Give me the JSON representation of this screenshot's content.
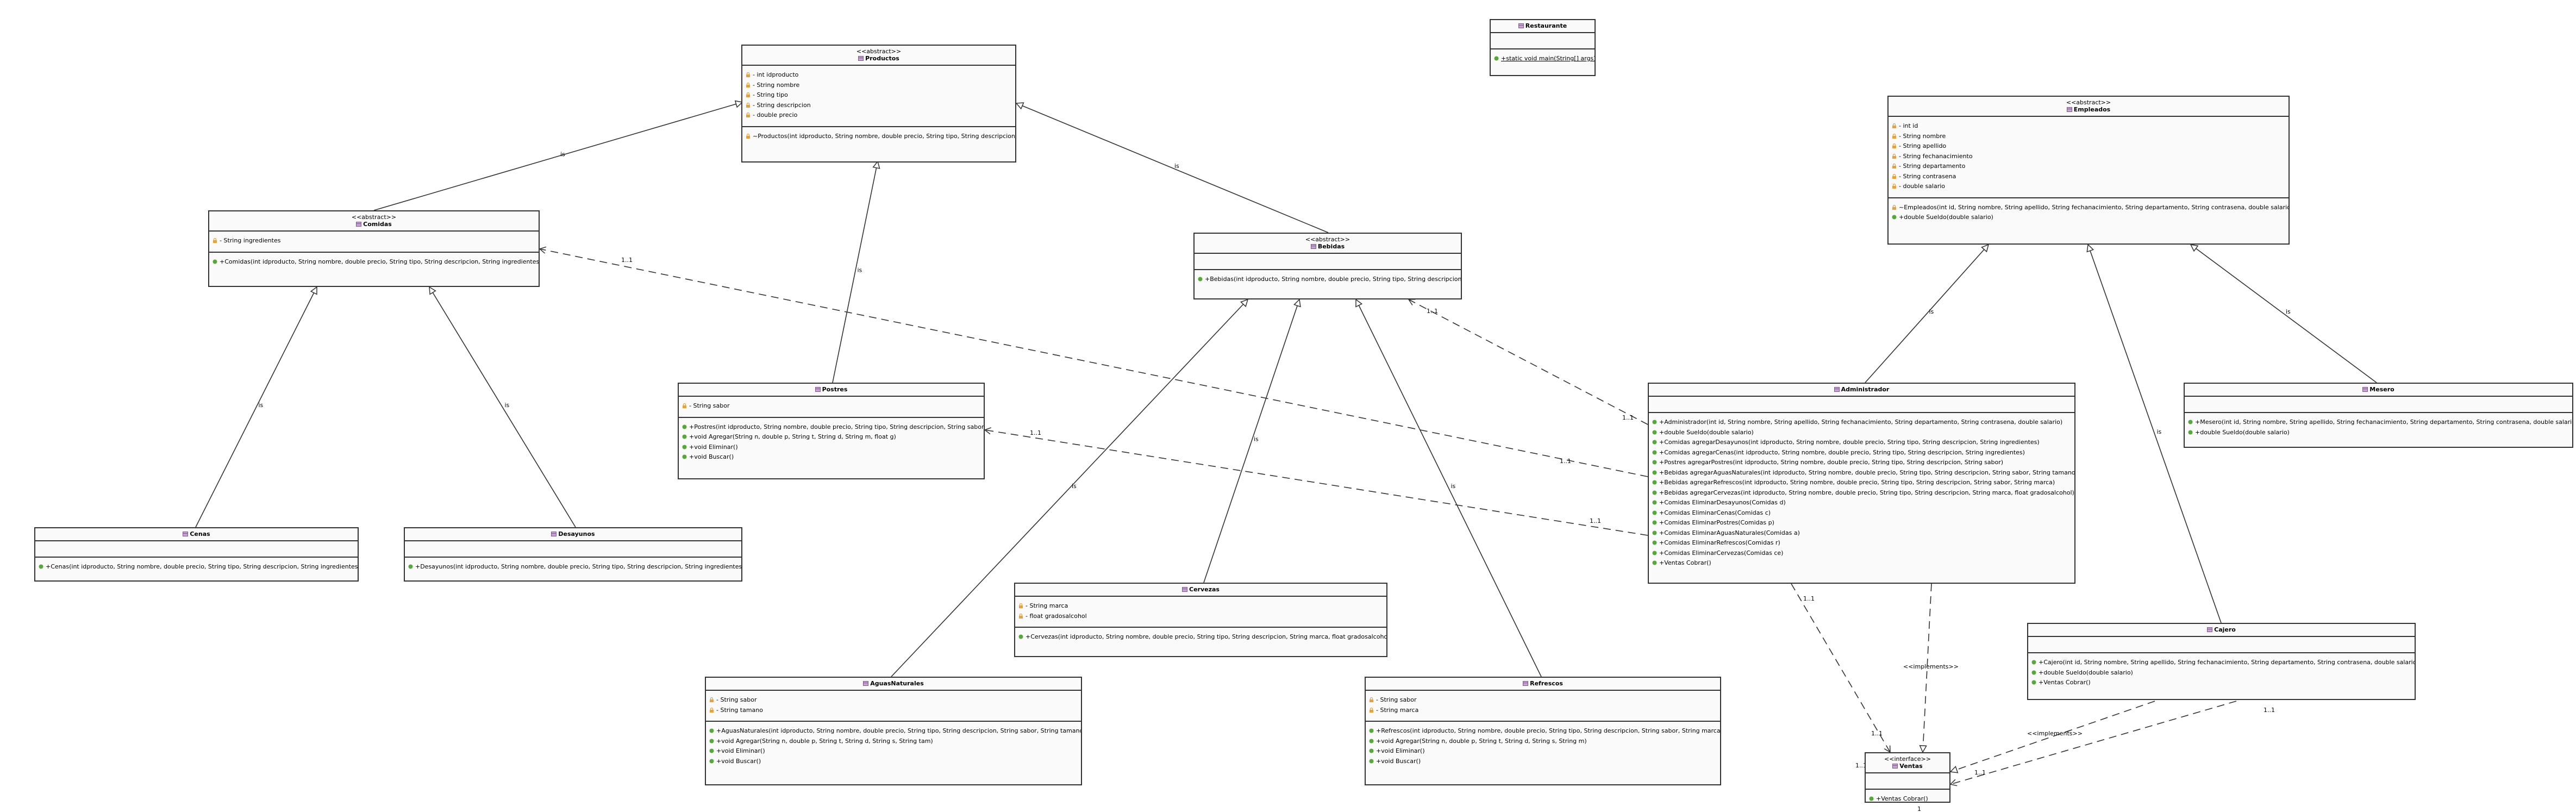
{
  "diagram": {
    "classes": [
      {
        "key": "productos",
        "stereotype": "<<abstract>>",
        "name": "Productos",
        "attributes": [
          "- int idproducto",
          "- String nombre",
          "- String tipo",
          "- String descripcion",
          "- double precio"
        ],
        "operations": [
          "~Productos(int idproducto, String nombre, double precio, String tipo, String descripcion)"
        ]
      },
      {
        "key": "restaurante",
        "stereotype": "",
        "name": "Restaurante",
        "attributes": [],
        "operations": [
          "+static void main(String[] args)"
        ]
      },
      {
        "key": "empleados",
        "stereotype": "<<abstract>>",
        "name": "Empleados",
        "attributes": [
          "- int id",
          "- String nombre",
          "- String apellido",
          "- String fechanacimiento",
          "- String departamento",
          "- String contrasena",
          "- double salario"
        ],
        "operations": [
          "~Empleados(int id, String nombre, String apellido, String fechanacimiento, String departamento, String contrasena, double salario)",
          "+double Sueldo(double salario)"
        ]
      },
      {
        "key": "comidas",
        "stereotype": "<<abstract>>",
        "name": "Comidas",
        "attributes": [
          "- String ingredientes"
        ],
        "operations": [
          "+Comidas(int idproducto, String nombre, double precio, String tipo, String descripcion, String ingredientes)"
        ]
      },
      {
        "key": "bebidas",
        "stereotype": "<<abstract>>",
        "name": "Bebidas",
        "attributes": [],
        "operations": [
          "+Bebidas(int idproducto, String nombre, double precio, String tipo, String descripcion)"
        ]
      },
      {
        "key": "postres",
        "stereotype": "",
        "name": "Postres",
        "attributes": [
          "- String sabor"
        ],
        "operations": [
          "+Postres(int idproducto, String nombre, double precio, String tipo, String descripcion, String sabor)",
          "+void Agregar(String n, double p, String t, String d, String m, float g)",
          "+void Eliminar()",
          "+void Buscar()"
        ]
      },
      {
        "key": "administrador",
        "stereotype": "",
        "name": "Administrador",
        "attributes": [],
        "operations": [
          "+Administrador(int id, String nombre, String apellido, String fechanacimiento, String departamento, String contrasena, double salario)",
          "+double Sueldo(double salario)",
          "+Comidas agregarDesayunos(int idproducto, String nombre, double precio, String tipo, String descripcion, String ingredientes)",
          "+Comidas agregarCenas(int idproducto, String nombre, double precio, String tipo, String descripcion, String ingredientes)",
          "+Postres agregarPostres(int idproducto, String nombre, double precio, String tipo, String descripcion, String sabor)",
          "+Bebidas agregarAguasNaturales(int idproducto, String nombre, double precio, String tipo, String descripcion, String sabor, String tamano)",
          "+Bebidas agregarRefrescos(int idproducto, String nombre, double precio, String tipo, String descripcion, String sabor, String marca)",
          "+Bebidas agregarCervezas(int idproducto, String nombre, double precio, String tipo, String descripcion, String marca, float gradosalcohol)",
          "+Comidas EliminarDesayunos(Comidas d)",
          "+Comidas EliminarCenas(Comidas c)",
          "+Comidas EliminarPostres(Comidas p)",
          "+Comidas EliminarAguasNaturales(Comidas a)",
          "+Comidas EliminarRefrescos(Comidas r)",
          "+Comidas EliminarCervezas(Comidas ce)",
          "+Ventas Cobrar()"
        ]
      },
      {
        "key": "mesero",
        "stereotype": "",
        "name": "Mesero",
        "attributes": [],
        "operations": [
          "+Mesero(int id, String nombre, String apellido, String fechanacimiento, String departamento, String contrasena, double salario)",
          "+double Sueldo(double salario)"
        ]
      },
      {
        "key": "cenas",
        "stereotype": "",
        "name": "Cenas",
        "attributes": [],
        "operations": [
          "+Cenas(int idproducto, String nombre, double precio, String tipo, String descripcion, String ingredientes)"
        ]
      },
      {
        "key": "desayunos",
        "stereotype": "",
        "name": "Desayunos",
        "attributes": [],
        "operations": [
          "+Desayunos(int idproducto, String nombre, double precio, String tipo, String descripcion, String ingredientes)"
        ]
      },
      {
        "key": "cervezas",
        "stereotype": "",
        "name": "Cervezas",
        "attributes": [
          "- String marca",
          "- float gradosalcohol"
        ],
        "operations": [
          "+Cervezas(int idproducto, String nombre, double precio, String tipo, String descripcion, String marca, float gradosalcohol)"
        ]
      },
      {
        "key": "cajero",
        "stereotype": "",
        "name": "Cajero",
        "attributes": [],
        "operations": [
          "+Cajero(int id, String nombre, String apellido, String fechanacimiento, String departamento, String contrasena, double salario)",
          "+double Sueldo(double salario)",
          "+Ventas Cobrar()"
        ]
      },
      {
        "key": "aguasnaturales",
        "stereotype": "",
        "name": "AguasNaturales",
        "attributes": [
          "- String sabor",
          "- String tamano"
        ],
        "operations": [
          "+AguasNaturales(int idproducto, String nombre, double precio, String tipo, String descripcion, String sabor, String tamano)",
          "+void Agregar(String n, double p, String t, String d, String s, String tam)",
          "+void Eliminar()",
          "+void Buscar()"
        ]
      },
      {
        "key": "refrescos",
        "stereotype": "",
        "name": "Refrescos",
        "attributes": [
          "- String sabor",
          "- String marca"
        ],
        "operations": [
          "+Refrescos(int idproducto, String nombre, double precio, String tipo, String descripcion, String sabor, String marca)",
          "+void Agregar(String n, double p, String t, String d, String s, String m)",
          "+void Eliminar()",
          "+void Buscar()"
        ]
      },
      {
        "key": "ventas",
        "stereotype": "<<interface>>",
        "name": "Ventas",
        "attributes": [],
        "operations": [
          "+Ventas Cobrar()"
        ]
      }
    ],
    "edge_labels": {
      "inheritance": "is",
      "implements": "<<implements>>",
      "mult_1_1": "1..1",
      "mult_1": "1"
    },
    "colors": {
      "line": "#333333",
      "box_fill": "#fafafa",
      "icon_orange": "#e8a13a",
      "icon_green": "#56a83a",
      "icon_red": "#cf4b4b",
      "class_icon": "#c9a0d6"
    }
  }
}
